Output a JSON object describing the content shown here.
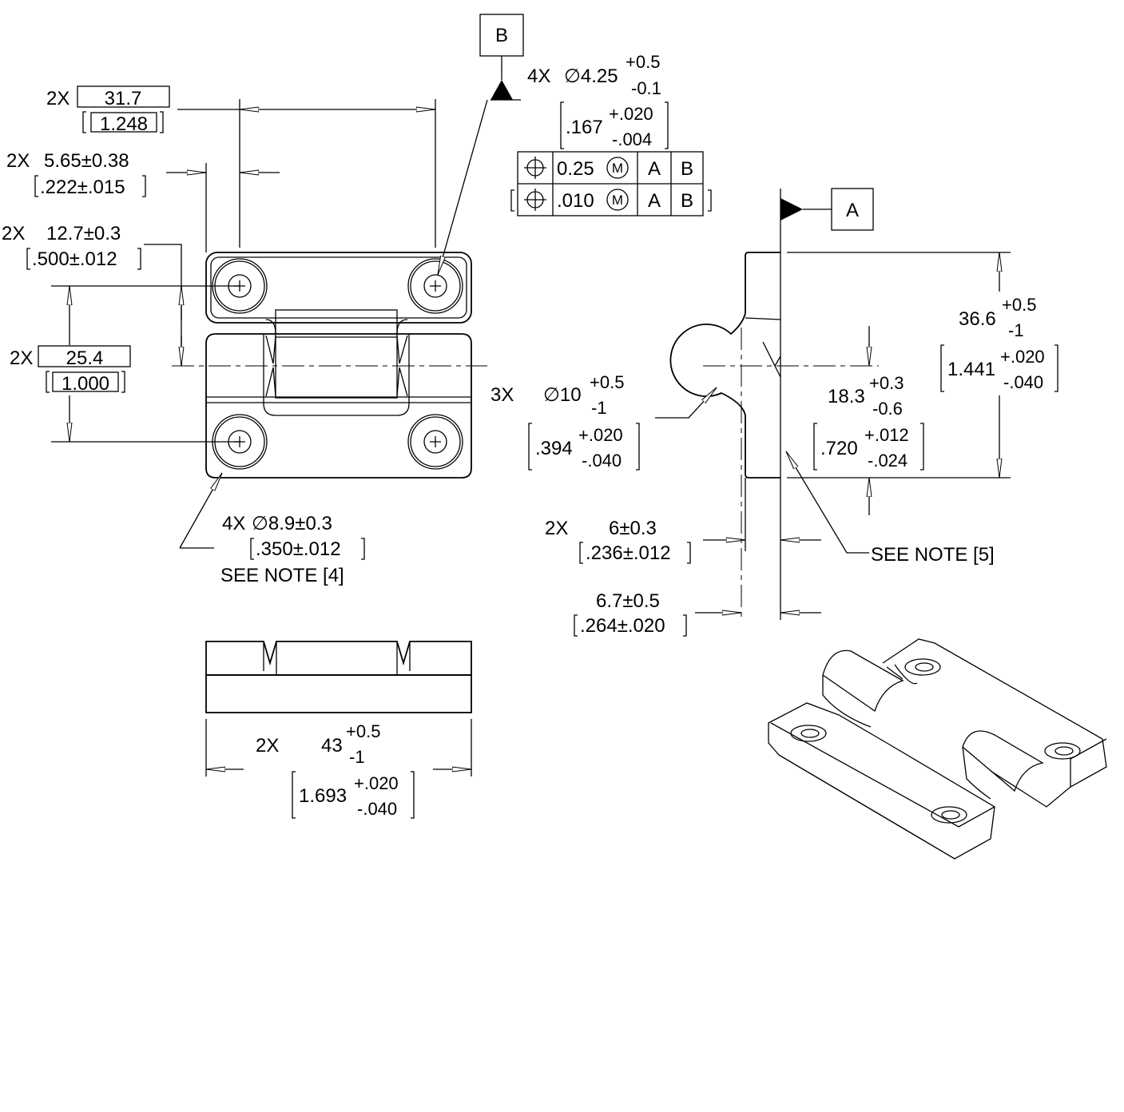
{
  "datums": {
    "a": "A",
    "b": "B"
  },
  "front_view": {
    "hole_spacing_x": {
      "qty": "2X",
      "value": "31.7",
      "inch": "1.248"
    },
    "edge_offset": {
      "qty": "2X",
      "value": "5.65±0.38",
      "inch": ".222±.015"
    },
    "hole_to_axis": {
      "qty": "2X",
      "value": "12.7±0.3",
      "inch": ".500±.012"
    },
    "hole_spacing_y": {
      "qty": "2X",
      "value": "25.4",
      "inch": "1.000"
    },
    "counterbore_note": {
      "qty": "4X",
      "value": "∅8.9±0.3",
      "inch": ".350±.012",
      "note": "SEE NOTE [4]"
    },
    "mount_hole": {
      "qty": "4X",
      "value": "∅4.25",
      "upper": "+0.5",
      "lower": "-0.1",
      "inch": ".167",
      "inch_upper": "+.020",
      "inch_lower": "-.004"
    },
    "feature_control_frame": [
      {
        "symbol": "position-icon",
        "tolerance": "0.25",
        "modifier": "M",
        "datum1": "A",
        "datum2": "B"
      },
      {
        "symbol": "position-icon",
        "tolerance": ".010",
        "modifier": "M",
        "datum1": "A",
        "datum2": "B"
      }
    ]
  },
  "side_view": {
    "knuckle_dia": {
      "qty": "3X",
      "value": "∅10",
      "upper": "+0.5",
      "lower": "-1",
      "inch": ".394",
      "inch_upper": "+.020",
      "inch_lower": "-.040"
    },
    "axis_height": {
      "value": "18.3",
      "upper": "+0.3",
      "lower": "-0.6",
      "inch": ".720",
      "inch_upper": "+.012",
      "inch_lower": "-.024"
    },
    "overall_height": {
      "value": "36.6",
      "upper": "+0.5",
      "lower": "-1",
      "inch": "1.441",
      "inch_upper": "+.020",
      "inch_lower": "-.040"
    },
    "plate_thickness": {
      "qty": "2X",
      "value": "6±0.3",
      "inch": ".236±.012"
    },
    "overall_thickness": {
      "value": "6.7±0.5",
      "inch": ".264±.020"
    },
    "note": "SEE NOTE [5]"
  },
  "bottom_view": {
    "overall_width": {
      "qty": "2X",
      "value": "43",
      "upper": "+0.5",
      "lower": "-1",
      "inch": "1.693",
      "inch_upper": "+.020",
      "inch_lower": "-.040"
    }
  }
}
